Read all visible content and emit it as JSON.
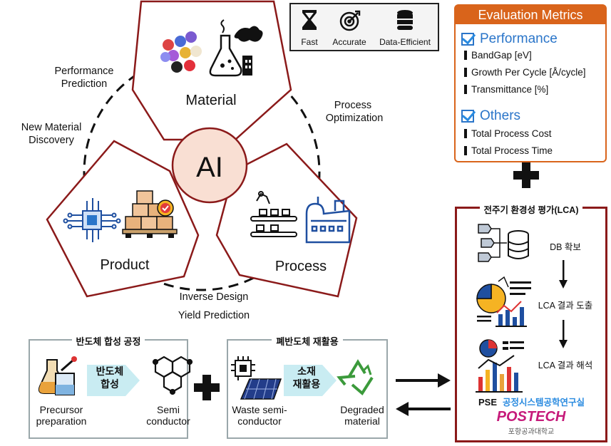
{
  "cycle": {
    "center_label": "AI",
    "material_label": "Material",
    "product_label": "Product",
    "process_label": "Process",
    "performance_prediction": [
      "Performance",
      "Prediction"
    ],
    "process_optimization": [
      "Process",
      "Optimization"
    ],
    "new_material_discovery": [
      "New Material",
      "Discovery"
    ],
    "inverse_design": "Inverse Design",
    "yield_prediction": "Yield Prediction"
  },
  "legend": {
    "items": [
      {
        "icon": "hourglass-icon",
        "label": "Fast"
      },
      {
        "icon": "target-icon",
        "label": "Accurate"
      },
      {
        "icon": "database-icon",
        "label": "Data-Efficient"
      }
    ]
  },
  "metrics": {
    "title": "Evaluation Metrics",
    "performance_title": "Performance",
    "performance_items": [
      "BandGap [eV]",
      "Growth Per Cycle [Å/cycle]",
      "Transmittance [%]"
    ],
    "others_title": "Others",
    "others_items": [
      "Total Process Cost",
      "Total Process Time"
    ]
  },
  "lca": {
    "title": "전주기 환경성 평가(LCA)",
    "steps": [
      "DB 확보",
      "LCA 결과 도출",
      "LCA 결과 해석"
    ],
    "lab_name": "공정시스템공학연구실",
    "lab_prefix": "PSE",
    "university_logo": "POSTECH",
    "university_name": "포항공과대학교"
  },
  "synthesis": {
    "title": "반도체 합성 공정",
    "arrow_label": [
      "반도체",
      "합성"
    ],
    "input_label": [
      "Precursor",
      "preparation"
    ],
    "output_label": [
      "Semi",
      "conductor"
    ]
  },
  "recycling": {
    "title": "폐반도체 재활용",
    "arrow_label": [
      "소재",
      "재활용"
    ],
    "input_label": [
      "Waste semi-",
      "conductor"
    ],
    "output_label": [
      "Degraded",
      "material"
    ]
  },
  "colors": {
    "frame_red": "#8b1a1a",
    "accent_orange": "#d9641b",
    "accent_blue": "#2a75c9",
    "ai_fill": "#f9dfd3",
    "ai_stroke": "#8b1a1a",
    "gray_frame": "#9aa7aa"
  }
}
